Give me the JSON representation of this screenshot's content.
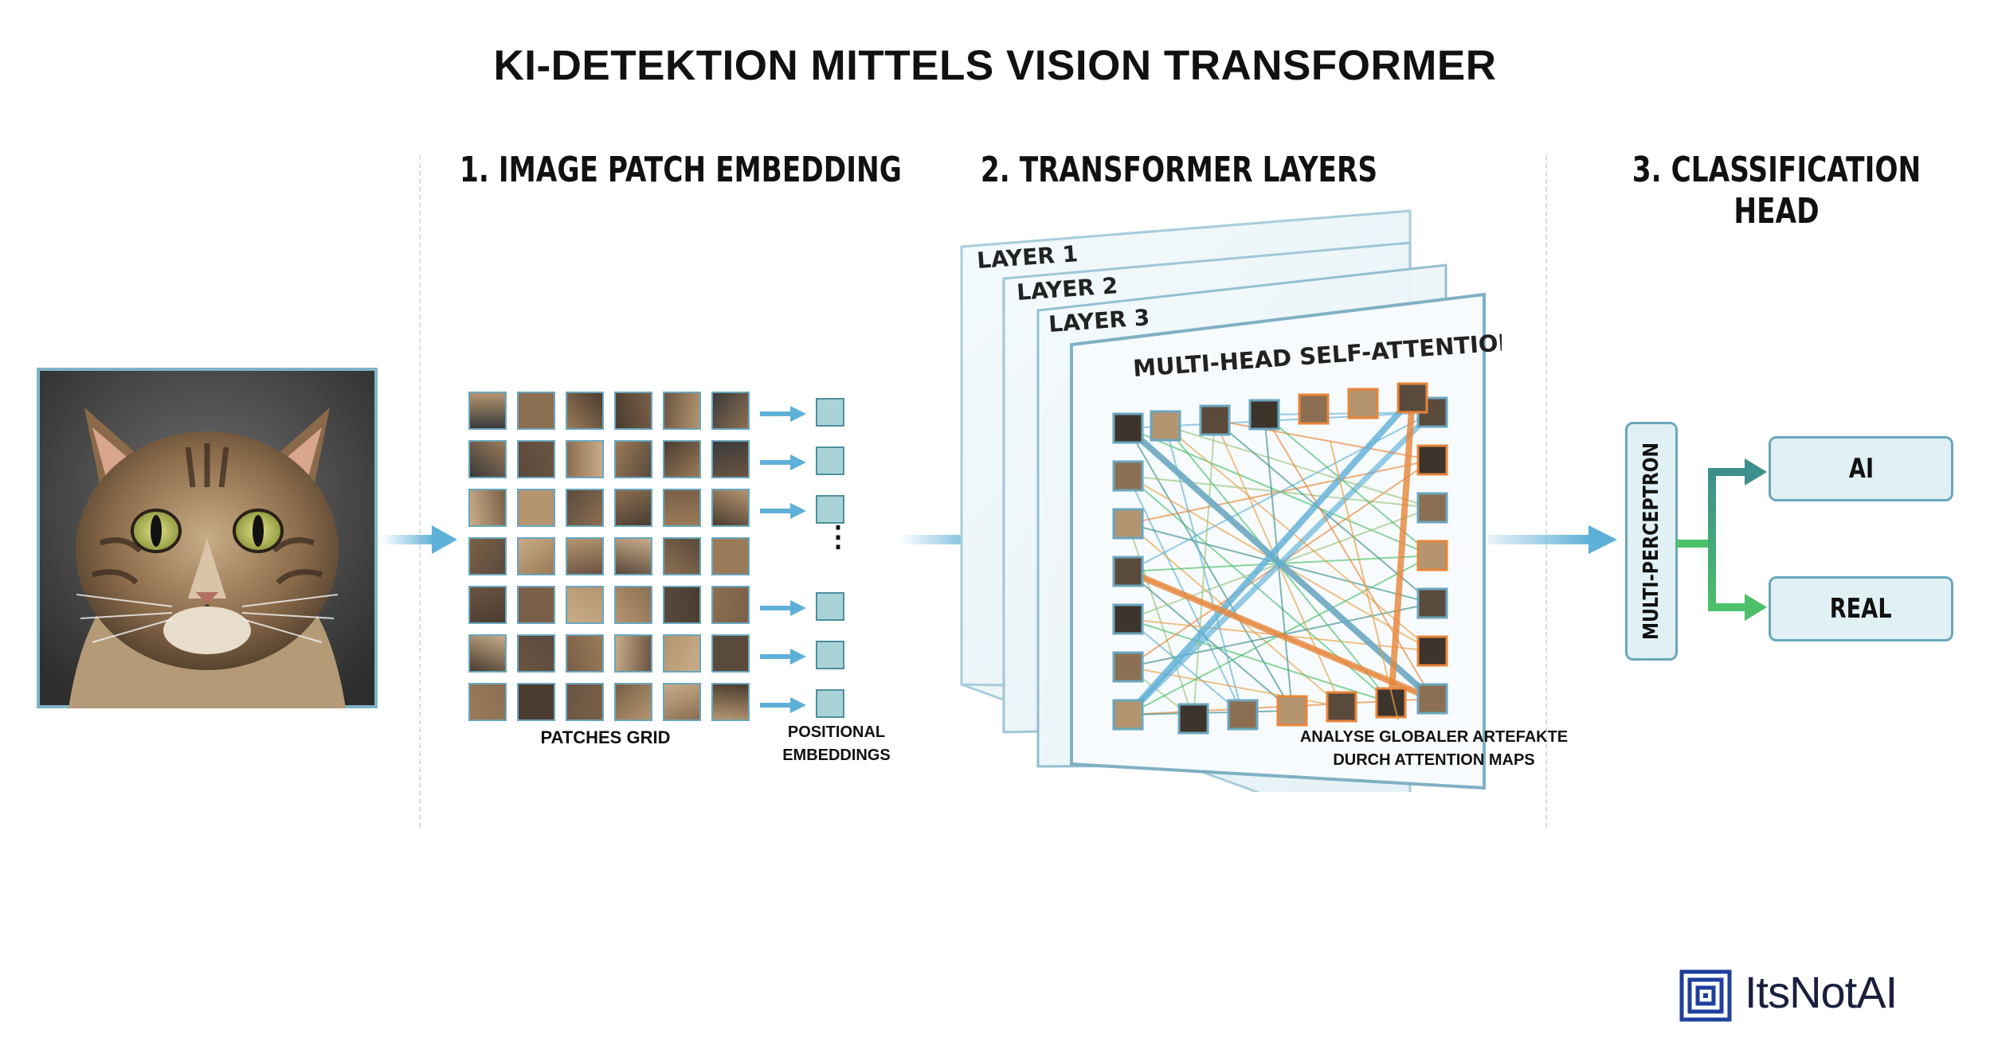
{
  "title": "KI-DETEKTION MITTELS VISION TRANSFORMER",
  "sections": {
    "patch_embedding": "1. IMAGE PATCH EMBEDDING",
    "transformer_layers": "2. TRANSFORMER  LAYERS",
    "classification_head": "3. CLASSIFICATION HEAD"
  },
  "labels": {
    "patches_grid": "PATCHES GRID",
    "positional_embeddings": "POSITIONAL EMBEDDINGS",
    "ellipsis": "⋮",
    "layer_1": "LAYER 1",
    "layer_2": "LAYER 2",
    "layer_3": "LAYER 3",
    "mhsa": "MULTI-HEAD SELF-ATTENTION",
    "artifacts": "ANALYSE GLOBALER ARTEFAKTE DURCH ATTENTION MAPS",
    "mlp": "MULTI-PERCEPTRON",
    "output_ai": "AI",
    "output_real": "REAL"
  },
  "brand": {
    "name": "ItsNotAI",
    "icon": "concentric-squares-logo"
  },
  "icons": {
    "input_image": "tabby-cat-photo",
    "arrows": "right-arrow"
  },
  "colors": {
    "arrow_blue": "#5fb0d8",
    "box_border": "#6aa6bd",
    "box_fill": "#e1f0f5",
    "green": "#4cc06a",
    "teal": "#3d8f8c",
    "patch_teal": "#a9d3d7",
    "orange": "#e8853a"
  }
}
